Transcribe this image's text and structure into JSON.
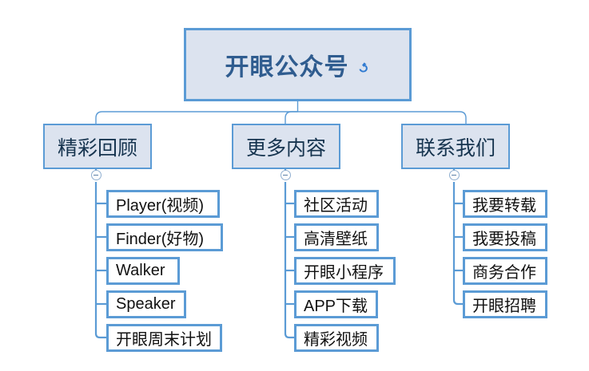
{
  "diagram": {
    "type": "organization-chart",
    "root": {
      "label": "开眼公众号",
      "icon": "curved-return-arrow-icon"
    },
    "branches": [
      {
        "label": "精彩回顾",
        "children": [
          {
            "label": "Player(视频)"
          },
          {
            "label": "Finder(好物)"
          },
          {
            "label": "Walker"
          },
          {
            "label": "Speaker"
          },
          {
            "label": "开眼周末计划"
          }
        ]
      },
      {
        "label": "更多内容",
        "children": [
          {
            "label": "社区活动"
          },
          {
            "label": "高清壁纸"
          },
          {
            "label": "开眼小程序"
          },
          {
            "label": "APP下载"
          },
          {
            "label": "精彩视频"
          }
        ]
      },
      {
        "label": "联系我们",
        "children": [
          {
            "label": "我要转载"
          },
          {
            "label": "我要投稿"
          },
          {
            "label": "商务合作"
          },
          {
            "label": "开眼招聘"
          }
        ]
      }
    ],
    "colors": {
      "node_fill": "#dce3ef",
      "node_border": "#5b9bd5",
      "leaf_fill": "#ffffff",
      "root_text": "#2f5c8f",
      "node_text": "#16344f",
      "leaf_text": "#111111",
      "connector": "#5b9bd5",
      "background": "#ffffff"
    }
  }
}
